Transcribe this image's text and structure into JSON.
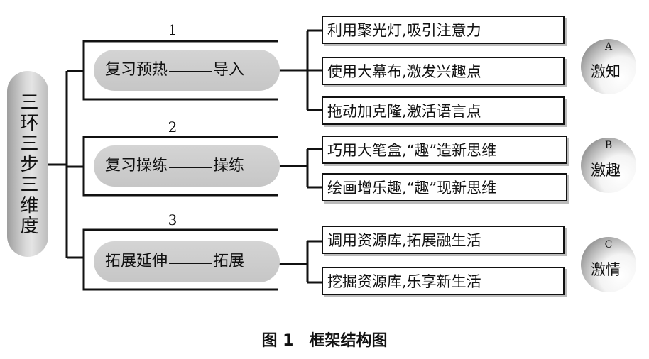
{
  "root": {
    "label": "三环三步三维度"
  },
  "stages": [
    {
      "number": "1",
      "label_prefix": "复习预热",
      "label_suffix": "导入",
      "items": [
        "利用聚光灯,吸引注意力",
        "使用大幕布,激发兴趣点",
        "拖动加克隆,激活语言点"
      ],
      "badge": {
        "letter": "A",
        "word": "激知"
      }
    },
    {
      "number": "2",
      "label_prefix": "复习操练",
      "label_suffix": "操练",
      "items": [
        "巧用大笔盒,“趣”造新思维",
        "绘画增乐趣,“趣”现新思维"
      ],
      "badge": {
        "letter": "B",
        "word": "激趣"
      }
    },
    {
      "number": "3",
      "label_prefix": "拓展延伸",
      "label_suffix": "拓展",
      "items": [
        "调用资源库,拓展融生活",
        "挖掘资源库,乐享新生活"
      ],
      "badge": {
        "letter": "C",
        "word": "激情"
      }
    }
  ],
  "caption": "图 1　框架结构图",
  "colors": {
    "line": "#111111",
    "pill": "#c8c8c8",
    "root": "#cfcfcf"
  }
}
